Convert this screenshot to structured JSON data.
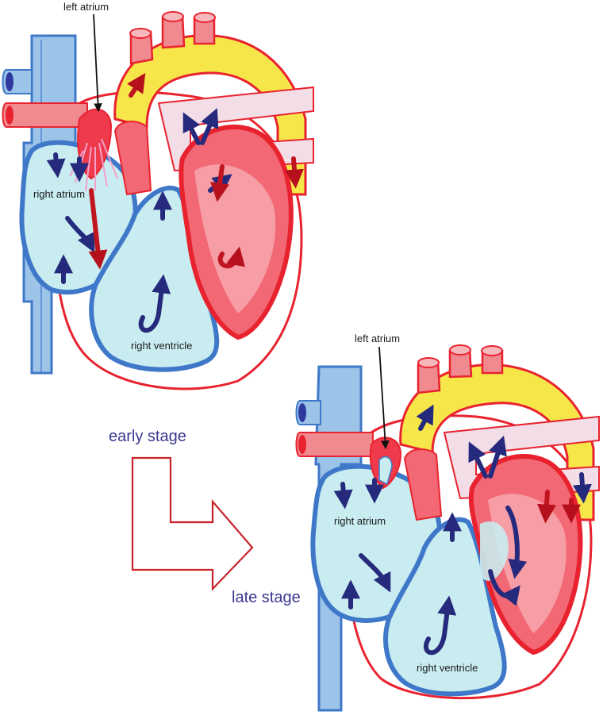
{
  "diagram": {
    "labels": {
      "early": {
        "left_atrium": "left atrium",
        "right_atrium": "right atrium",
        "right_ventricle": "right ventricle"
      },
      "late": {
        "left_atrium": "left atrium",
        "right_atrium": "right atrium",
        "right_ventricle": "right ventricle"
      }
    },
    "stages": {
      "early": "early stage",
      "late": "late stage"
    },
    "colors": {
      "oxygenated": "#e8232f",
      "deoxygenated_vessel": "#3f78c9",
      "vessel_light": "#9cc3e8",
      "chamber_fill": "#c9ecf0",
      "aorta": "#f7e64a",
      "arrow": "#262a7c",
      "label_stage": "#3a3890",
      "transition_arrow": "#c8232b"
    }
  }
}
